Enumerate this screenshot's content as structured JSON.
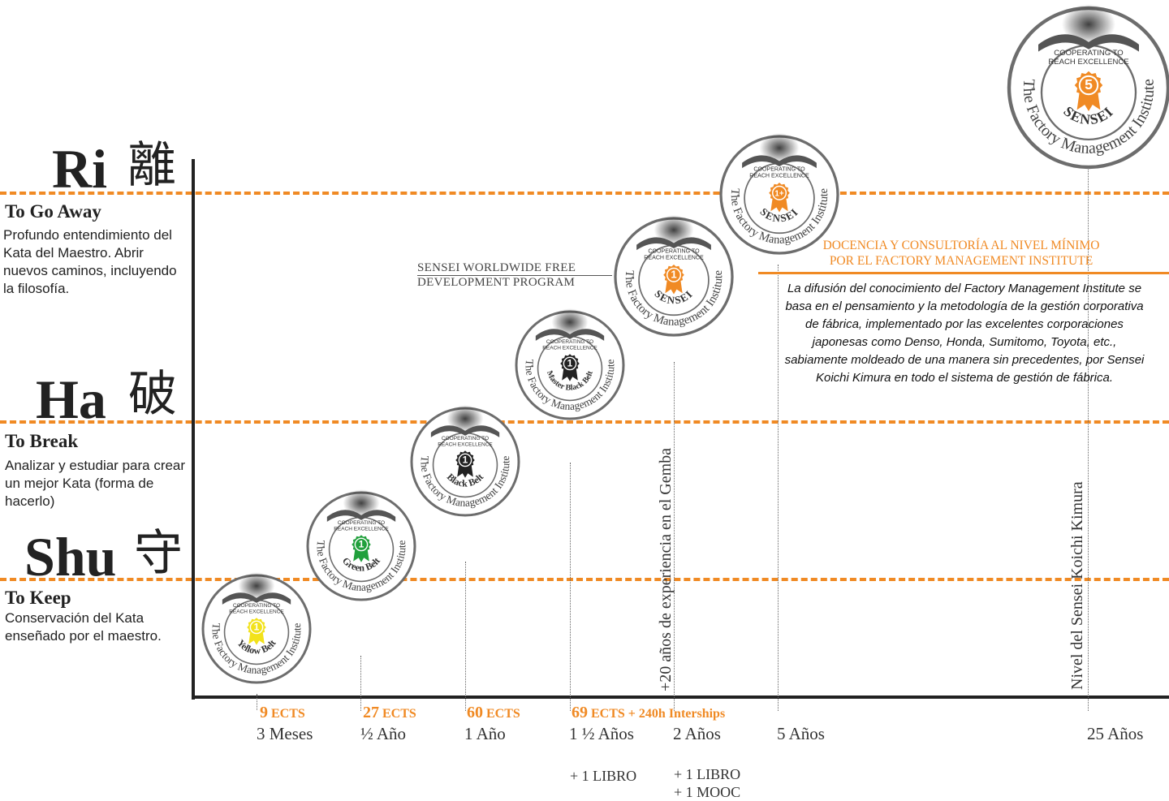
{
  "stages": [
    {
      "id": "ri",
      "name": "Ri",
      "kanji": "離",
      "title": "To Go Away",
      "description": "Profundo entendimiento del Kata del Maestro. Abrir nuevos caminos, incluyendo la filosofía."
    },
    {
      "id": "ha",
      "name": "Ha",
      "kanji": "破",
      "title": "To Break",
      "description": "Analizar y estudiar para crear un mejor Kata (forma de hacerlo)"
    },
    {
      "id": "shu",
      "name": "Shu",
      "kanji": "守",
      "title": "To Keep",
      "description": "Conservación del Kata enseñado por el maestro."
    }
  ],
  "badge_common": {
    "motto_line1": "COOPERATING TO",
    "motto_line2": "REACH EXCELLENCE",
    "ring_text": "The Factory Management Institute"
  },
  "badges": [
    {
      "level_name": "Yellow Belt",
      "number": "1",
      "color": "#f2e21b"
    },
    {
      "level_name": "Green Belt",
      "number": "1",
      "color": "#21a03c"
    },
    {
      "level_name": "Black Belt",
      "number": "1",
      "color": "#222222"
    },
    {
      "level_name": "Master Black Belt",
      "number": "1",
      "color": "#222222"
    },
    {
      "level_name": "SENSEI",
      "number": "1",
      "color": "#f08a24"
    },
    {
      "level_name": "SENSEI",
      "number": "1+",
      "color": "#f08a24"
    },
    {
      "level_name": "SENSEI",
      "number": "5",
      "color": "#f08a24"
    }
  ],
  "timeline": [
    {
      "ects_num": "9",
      "ects_suffix": " ECTS",
      "time": "3 Meses",
      "extra": ""
    },
    {
      "ects_num": "27",
      "ects_suffix": " ECTS",
      "time": "½ Año",
      "extra": ""
    },
    {
      "ects_num": "60",
      "ects_suffix": " ECTS",
      "time": "1 Año",
      "extra": ""
    },
    {
      "ects_num": "69",
      "ects_suffix": " ECTS + 240h Interships",
      "time": "1 ½ Años",
      "extra": "+ 1 LIBRO"
    },
    {
      "ects_num": "",
      "ects_suffix": "",
      "time": "2 Años",
      "extra": "+ 1 LIBRO\n+ 1 MOOC"
    },
    {
      "ects_num": "",
      "ects_suffix": "",
      "time": "5 Años",
      "extra": ""
    },
    {
      "ects_num": "",
      "ects_suffix": "",
      "time": "25 Años",
      "extra": ""
    }
  ],
  "vertical_notes": {
    "gemba": "+20 años de experiencia en el Gemba",
    "kimura": "Nivel del Sensei Koichi Kimura"
  },
  "program": {
    "line1": "SENSEI WORLDWIDE FREE",
    "line2": "DEVELOPMENT PROGRAM"
  },
  "docencia": {
    "line1": "DOCENCIA Y CONSULTORÍA AL NIVEL MÍNIMO",
    "line2": "POR EL FACTORY MANAGEMENT INSTITUTE"
  },
  "paragraph": "La difusión del conocimiento del Factory Management Institute se basa en el pensamiento y la metodología de la gestión corporativa de fábrica, implementado por las excelentes corporaciones japonesas como Denso, Honda, Sumitomo, Toyota, etc., sabiamente moldeado de una manera sin precedentes, por Sensei Koichi Kimura en todo el sistema de gestión de fábrica.",
  "colors": {
    "accent": "#f08a24",
    "axis": "#222222",
    "badge_ring": "#6d6d6d"
  }
}
